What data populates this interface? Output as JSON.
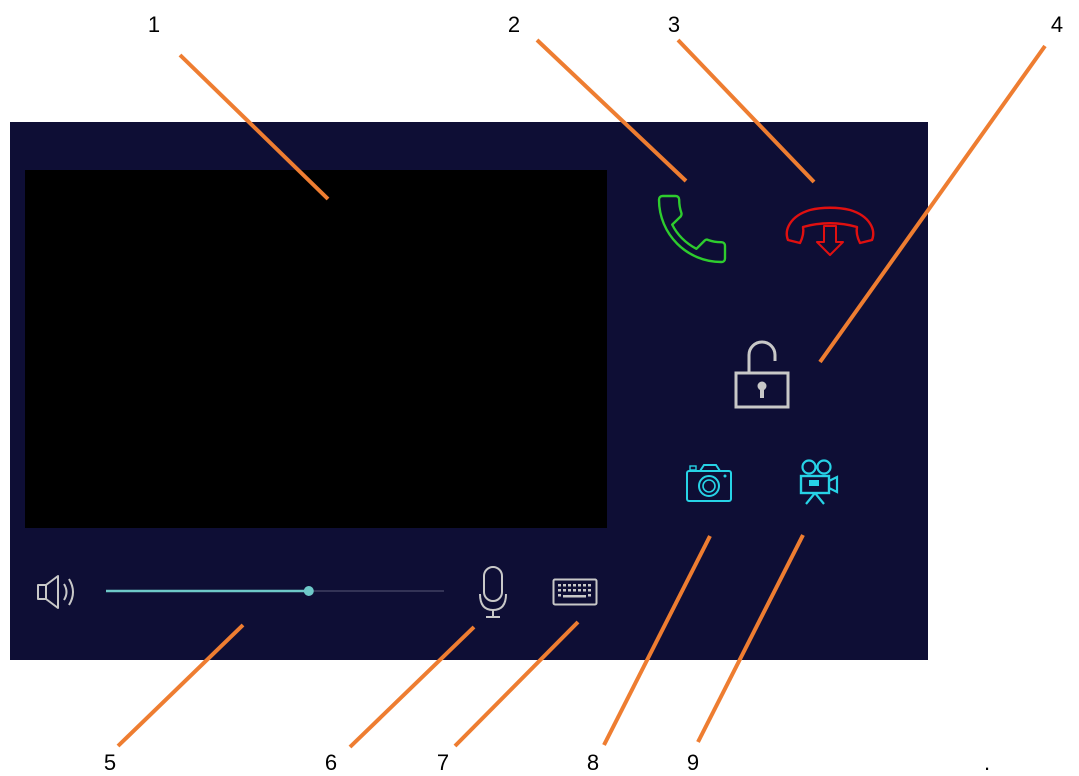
{
  "callouts": [
    {
      "n": "1"
    },
    {
      "n": "2"
    },
    {
      "n": "3"
    },
    {
      "n": "4"
    },
    {
      "n": "5"
    },
    {
      "n": "6"
    },
    {
      "n": "7"
    },
    {
      "n": "8"
    },
    {
      "n": "9"
    }
  ],
  "trailing_mark": ".",
  "colors": {
    "panel": "#0e0e35",
    "video": "#000000",
    "leader": "#ee7d31",
    "answer": "#2ecc2e",
    "hangup": "#e01010",
    "unlock": "#c8c8c8",
    "capture": "#27d3e6",
    "volume_fill": "#6ec9c9",
    "volume_track": "#4a4a6a"
  },
  "volume": {
    "level": 0.6
  },
  "icons": {
    "answer": "phone-answer-icon",
    "hangup": "phone-hangup-icon",
    "unlock": "padlock-open-icon",
    "snapshot": "camera-icon",
    "record": "video-camera-icon",
    "speaker": "speaker-icon",
    "mic": "microphone-icon",
    "keyboard": "keyboard-icon"
  }
}
